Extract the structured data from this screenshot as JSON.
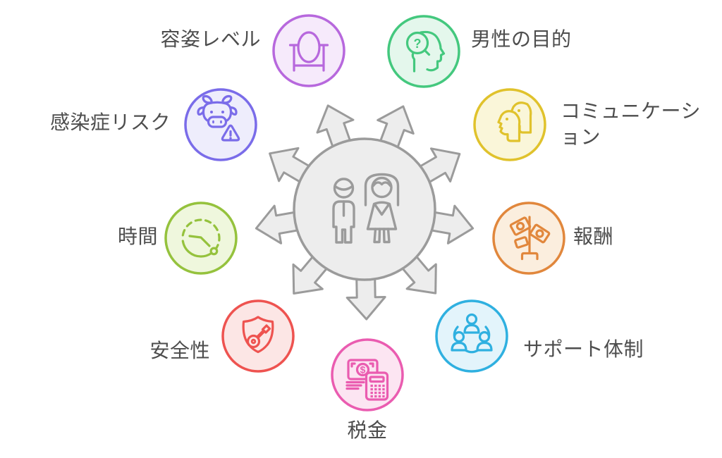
{
  "background": "#ffffff",
  "label_color": "#4d4d4d",
  "hub": {
    "description": "man and woman couple in gray circle with nine arrows radiating outward",
    "color": "#9b9b9b",
    "fill": "#ededed"
  },
  "nodes": [
    {
      "id": "appearance-level",
      "label": "容姿レベル",
      "icon": "mirror-icon",
      "color": "#b768dd",
      "fill": "#f6eafb"
    },
    {
      "id": "mens-purpose",
      "label": "男性の目的",
      "icon": "head-question-icon",
      "glyph": "?",
      "color": "#44c87e",
      "fill": "#e4f7ec"
    },
    {
      "id": "communication",
      "label": "コミュニケーション",
      "icon": "two-heads-icon",
      "color": "#e0c22c",
      "fill": "#faf6d9"
    },
    {
      "id": "reward",
      "label": "報酬",
      "icon": "money-tree-icon",
      "color": "#e1873c",
      "fill": "#fbeede"
    },
    {
      "id": "support-system",
      "label": "サポート体制",
      "icon": "people-network-icon",
      "color": "#2fb0e0",
      "fill": "#e3f4fb"
    },
    {
      "id": "tax",
      "label": "税金",
      "icon": "money-calculator-icon",
      "glyph": "$",
      "color": "#ea5cb0",
      "fill": "#fce5f2"
    },
    {
      "id": "safety",
      "label": "安全性",
      "icon": "shield-key-icon",
      "color": "#ee5350",
      "fill": "#fce6e5"
    },
    {
      "id": "time",
      "label": "時間",
      "icon": "clock-icon",
      "color": "#95c23d",
      "fill": "#eff7dd"
    },
    {
      "id": "infection-risk",
      "label": "感染症リスク",
      "icon": "cow-warning-icon",
      "color": "#7a6ce9",
      "fill": "#eeedfc"
    }
  ]
}
